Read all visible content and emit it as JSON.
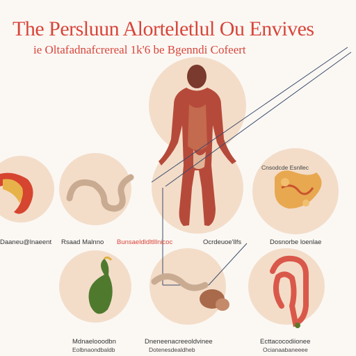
{
  "header": {
    "title": "The Persluun Alorteletlul Ou Envives",
    "subtitle": "ie Oltafadnafcrereal 1k'6 be Bgenndi Cofeert"
  },
  "labels": {
    "row1": [
      "Daaneu@lnaeent",
      "Rsaad Malnno",
      "Bunsaeldldltlllnicoc",
      "Ocrdeuoe'llfs",
      "Dosnorbe loenlae"
    ],
    "row1_right_top": "Cnsodcde Esnllec",
    "row2": [
      [
        "Mdnaelooodbn",
        "Eolbnaondbaldb"
      ],
      [
        "Dneneenacreeoldvinee",
        "Dotenesdealdheb"
      ],
      [
        "Ecttacocodiionee",
        "Ocianaabaneeee"
      ]
    ]
  },
  "colors": {
    "accent": "#d8453a",
    "circle_fill": "#f3ddc9",
    "body_fill": "#b64a3a",
    "intestine_fill": "#e7c8a6"
  }
}
